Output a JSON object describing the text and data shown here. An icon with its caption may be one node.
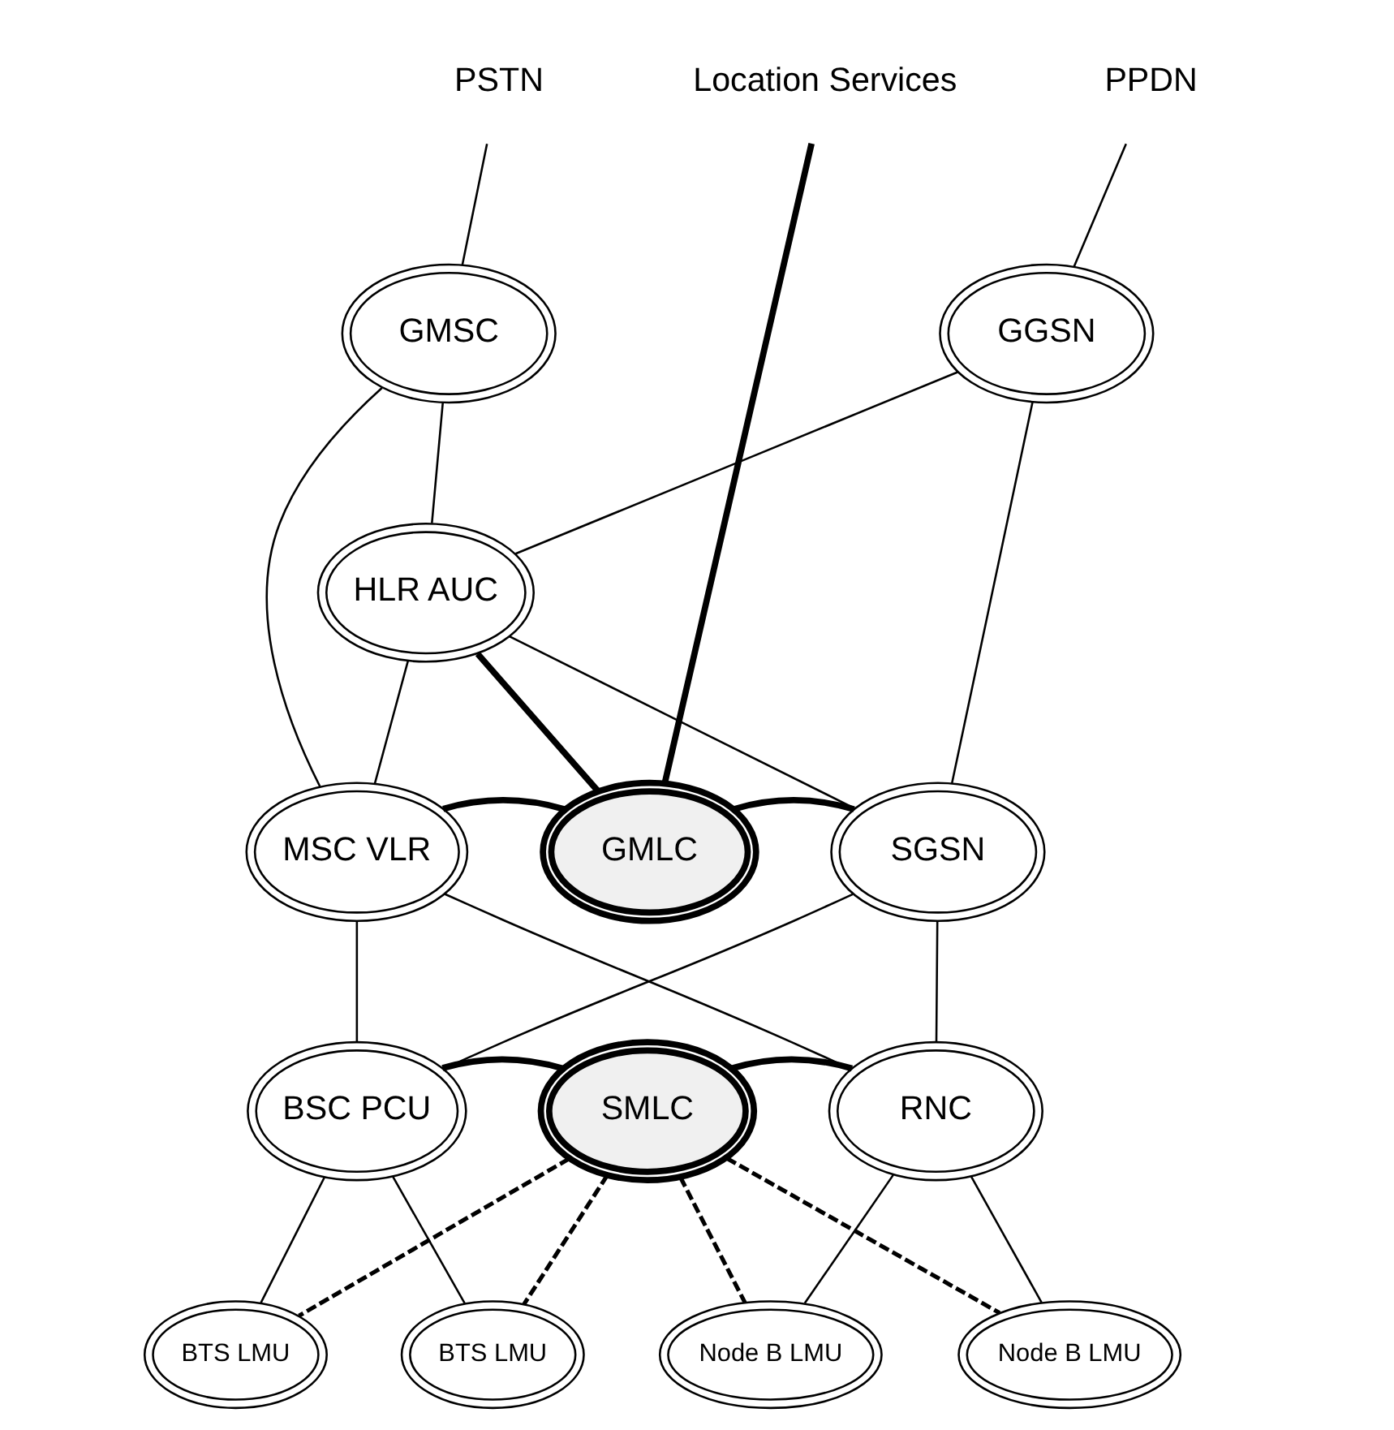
{
  "diagram": {
    "nodes": [
      {
        "text": [
          "PSTN"
        ]
      },
      {
        "text": [
          "PPDN"
        ]
      },
      {
        "text": [
          "Location Services"
        ]
      },
      {
        "text": [
          "GMSC"
        ]
      },
      {
        "text": [
          "HLR AUC"
        ]
      },
      {
        "text": [
          "GGSN"
        ]
      },
      {
        "text": [
          "MSC VLR"
        ]
      },
      {
        "text": [
          "GMLC"
        ]
      },
      {
        "text": [
          "SGSN"
        ]
      },
      {
        "text": [
          "BSC PCU"
        ]
      },
      {
        "text": [
          "SMLC"
        ]
      },
      {
        "text": [
          "RNC"
        ]
      },
      {
        "text": [
          "BTS LMU"
        ]
      },
      {
        "text": [
          "BTS LMU"
        ]
      },
      {
        "text": [
          "Node B LMU"
        ]
      },
      {
        "text": [
          "Node B LMU"
        ]
      }
    ],
    "edges": [
      {
        "from": 0,
        "to": 3,
        "arrow": "none"
      },
      {
        "from": 1,
        "to": 5,
        "arrow": "none"
      },
      {
        "from": 2,
        "to": 7,
        "arrow": "none",
        "style": "thick"
      },
      {
        "from": 3,
        "to": 4,
        "arrow": "none"
      },
      {
        "from": 5,
        "to": 4,
        "arrow": "none"
      },
      {
        "from": 4,
        "to": 6,
        "arrow": "none"
      },
      {
        "from": 4,
        "to": 8,
        "arrow": "none"
      },
      {
        "from": 4,
        "to": 7,
        "arrow": "none",
        "style": "thick"
      },
      {
        "from": 3,
        "to": 6,
        "arrow": "none"
      },
      {
        "from": 5,
        "to": 8,
        "arrow": "none"
      },
      {
        "from": 6,
        "to": 7,
        "arrow": "none",
        "style": "thick"
      },
      {
        "from": 7,
        "to": 8,
        "arrow": "none",
        "style": "thick"
      },
      {
        "from": 6,
        "to": 9,
        "arrow": "none"
      },
      {
        "from": 6,
        "to": 11,
        "arrow": "none"
      },
      {
        "from": 8,
        "to": 9,
        "arrow": "none"
      },
      {
        "from": 8,
        "to": 11,
        "arrow": "none"
      },
      {
        "from": 9,
        "to": 10,
        "arrow": "none",
        "style": "thick"
      },
      {
        "from": 10,
        "to": 11,
        "arrow": "none",
        "style": "thick"
      },
      {
        "from": 9,
        "to": 12,
        "arrow": "none"
      },
      {
        "from": 9,
        "to": 13,
        "arrow": "none"
      },
      {
        "from": 11,
        "to": 14,
        "arrow": "none"
      },
      {
        "from": 11,
        "to": 15,
        "arrow": "none"
      },
      {
        "from": 10,
        "to": 12,
        "arrow": "none",
        "style": "dashed"
      },
      {
        "from": 10,
        "to": 13,
        "arrow": "none",
        "style": "dashed"
      },
      {
        "from": 10,
        "to": 14,
        "arrow": "none",
        "style": "dashed"
      },
      {
        "from": 10,
        "to": 15,
        "arrow": "none",
        "style": "dashed"
      }
    ]
  }
}
